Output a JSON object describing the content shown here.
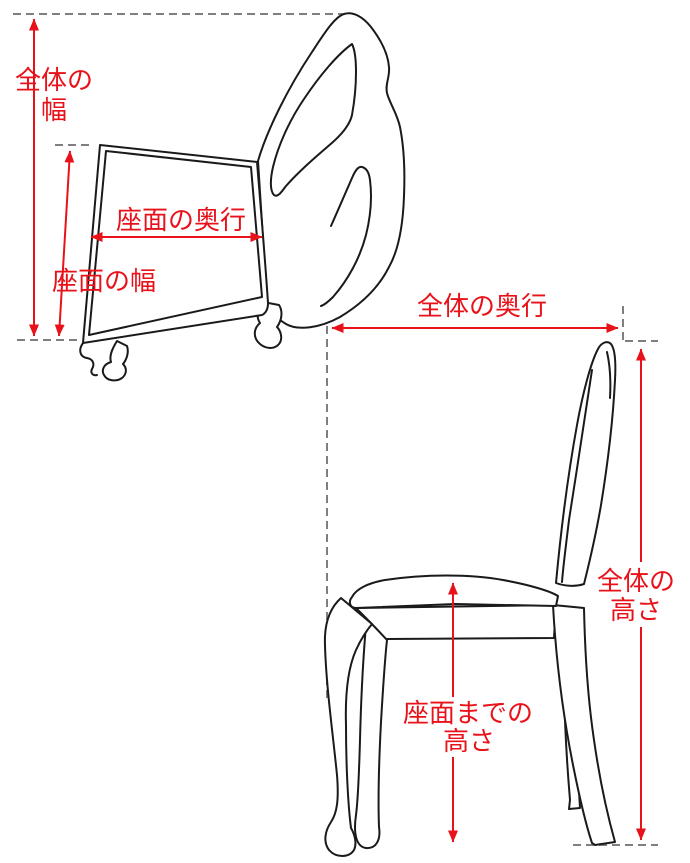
{
  "colors": {
    "dimension_red": "#e8121a",
    "extension_gray": "#7f7f7f",
    "outline_black": "#1a1a1a",
    "background": "#ffffff"
  },
  "top_view": {
    "overall_width_label_line1": "全体の",
    "overall_width_label_line2": "幅",
    "seat_width_label": "座面の幅",
    "seat_depth_label": "座面の奥行"
  },
  "side_view": {
    "overall_depth_label": "全体の奥行",
    "overall_height_label_line1": "全体の",
    "overall_height_label_line2": "高さ",
    "seat_height_label_line1": "座面までの",
    "seat_height_label_line2": "高さ"
  }
}
